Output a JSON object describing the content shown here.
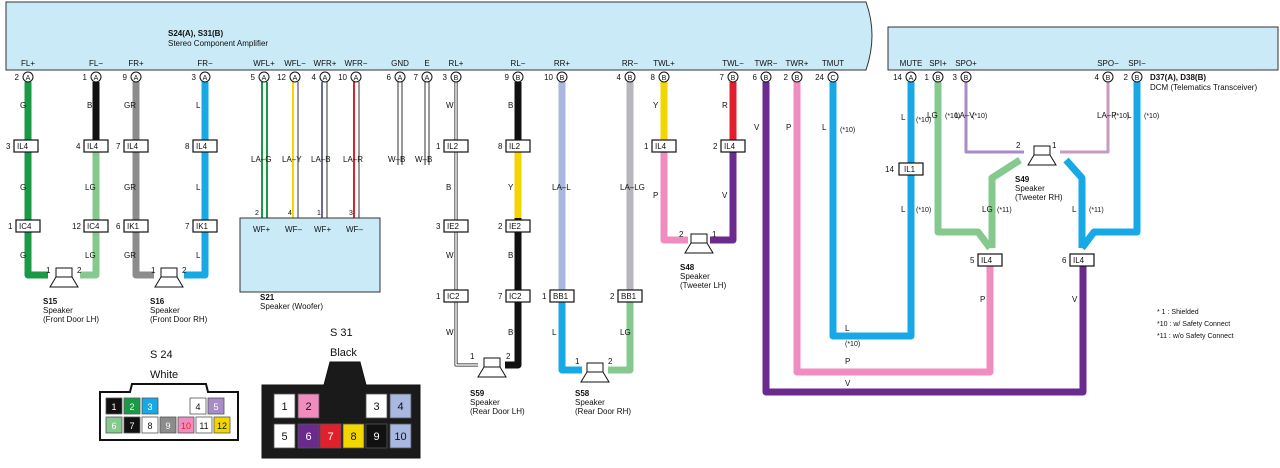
{
  "amp": {
    "code": "S24(A), S31(B)",
    "title": "Stereo Component Amplifier",
    "pins": [
      {
        "name": "FL+",
        "num": "2",
        "conn": "A"
      },
      {
        "name": "FL−",
        "num": "1",
        "conn": "A"
      },
      {
        "name": "FR+",
        "num": "9",
        "conn": "A"
      },
      {
        "name": "FR−",
        "num": "3",
        "conn": "A"
      },
      {
        "name": "WFL+",
        "num": "5",
        "conn": "A"
      },
      {
        "name": "WFL−",
        "num": "12",
        "conn": "A"
      },
      {
        "name": "WFR+",
        "num": "4",
        "conn": "A"
      },
      {
        "name": "WFR−",
        "num": "10",
        "conn": "A"
      },
      {
        "name": "GND",
        "num": "6",
        "conn": "A"
      },
      {
        "name": "E",
        "num": "7",
        "conn": "A"
      },
      {
        "name": "RL+",
        "num": "3",
        "conn": "B"
      },
      {
        "name": "RL−",
        "num": "9",
        "conn": "B"
      },
      {
        "name": "RR+",
        "num": "10",
        "conn": "B"
      },
      {
        "name": "RR−",
        "num": "4",
        "conn": "B"
      },
      {
        "name": "TWL+",
        "num": "8",
        "conn": "B"
      },
      {
        "name": "TWL−",
        "num": "7",
        "conn": "B"
      },
      {
        "name": "TWR−",
        "num": "6",
        "conn": "B"
      },
      {
        "name": "TWR+",
        "num": "2",
        "conn": "B"
      },
      {
        "name": "TMUT",
        "num": "24",
        "conn": "C"
      }
    ]
  },
  "dcm": {
    "code": "D37(A), D38(B)",
    "title": "DCM (Telematics Transceiver)",
    "pins": [
      {
        "name": "MUTE",
        "num": "14",
        "conn": "A"
      },
      {
        "name": "SPI+",
        "num": "1",
        "conn": "B"
      },
      {
        "name": "SPO+",
        "num": "3",
        "conn": "B"
      },
      {
        "name": "SPO−",
        "num": "4",
        "conn": "B"
      },
      {
        "name": "SPI−",
        "num": "2",
        "conn": "B"
      }
    ]
  },
  "wire_labels": {
    "G": "G",
    "B": "B",
    "GR": "GR",
    "L": "L",
    "LG": "LG",
    "Y": "Y",
    "R": "R",
    "W": "W",
    "P": "P",
    "V": "V",
    "LA_G": "LA–G",
    "LA_Y": "LA–Y",
    "LA_B": "LA–B",
    "LA_R": "LA–R",
    "W_B": "W–B",
    "LA_L": "LA–L",
    "LA_LG": "LA–LG",
    "LA_V": "LA–V",
    "LA_P": "LA–P",
    "n10": "(*10)",
    "n11": "(*11)"
  },
  "connectors": {
    "IL4": "IL4",
    "IC4": "IC4",
    "IK1": "IK1",
    "IL2": "IL2",
    "IE2": "IE2",
    "IC2": "IC2",
    "BB1": "BB1",
    "IL1": "IL1"
  },
  "speakers": [
    {
      "code": "S15",
      "name": "Speaker",
      "loc": "(Front Door LH)"
    },
    {
      "code": "S16",
      "name": "Speaker",
      "loc": "(Front Door RH)"
    },
    {
      "code": "S21",
      "name": "Speaker (Woofer)",
      "loc": ""
    },
    {
      "code": "S59",
      "name": "Speaker",
      "loc": "(Rear Door LH)"
    },
    {
      "code": "S58",
      "name": "Speaker",
      "loc": "(Rear Door RH)"
    },
    {
      "code": "S48",
      "name": "Speaker",
      "loc": "(Tweeter LH)"
    },
    {
      "code": "S49",
      "name": "Speaker",
      "loc": "(Tweeter RH)"
    }
  ],
  "woofer_pins": [
    "WF+",
    "WF–",
    "WF+",
    "WF–"
  ],
  "notes": [
    "* 1 : Shielded",
    "*10 : w/ Safety Connect",
    "*11 : w/o Safety Connect"
  ],
  "s24": {
    "title": "S 24",
    "color": "White",
    "pins": [
      "1",
      "2",
      "3",
      "4",
      "5",
      "6",
      "7",
      "8",
      "9",
      "10",
      "11",
      "12"
    ]
  },
  "s31": {
    "title": "S 31",
    "color": "Black",
    "pins": [
      "1",
      "2",
      "3",
      "4",
      "5",
      "6",
      "7",
      "8",
      "9",
      "10"
    ]
  },
  "colors": {
    "green": "#1a9a45",
    "lightgreen": "#86c98f",
    "black": "#111111",
    "gray": "#8c8c8c",
    "blue": "#17a8e6",
    "yellow": "#f3d600",
    "red": "#e0202c",
    "pink": "#f08cc0",
    "violet": "#6a2a8e",
    "lightblue": "#a8b8e0",
    "lightgray": "#b6b6bc",
    "header": "#c9eaf6"
  }
}
